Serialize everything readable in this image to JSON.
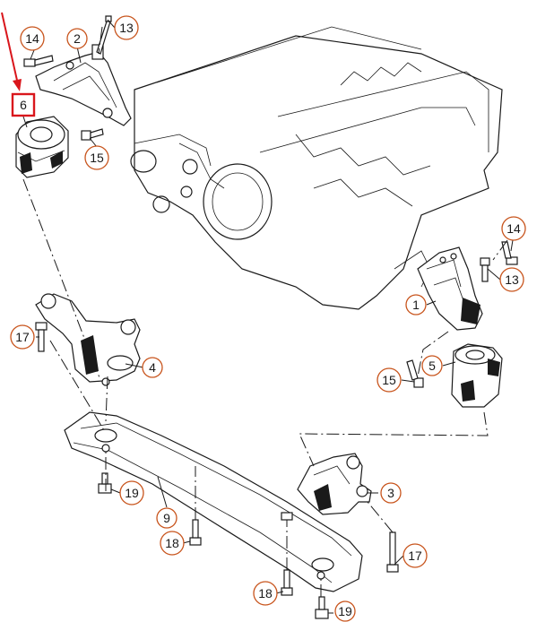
{
  "diagram": {
    "callouts": {
      "c1": "1",
      "c2": "2",
      "c3": "3",
      "c4": "4",
      "c5": "5",
      "c6": "6",
      "c9": "9",
      "c13a": "13",
      "c13b": "13",
      "c14a": "14",
      "c14b": "14",
      "c15a": "15",
      "c15b": "15",
      "c17a": "17",
      "c17b": "17",
      "c18a": "18",
      "c18b": "18",
      "c19a": "19",
      "c19b": "19"
    },
    "colors": {
      "callout_ring": "#c8541c",
      "highlight": "#d9161c",
      "ink": "#1a1a1a"
    }
  }
}
